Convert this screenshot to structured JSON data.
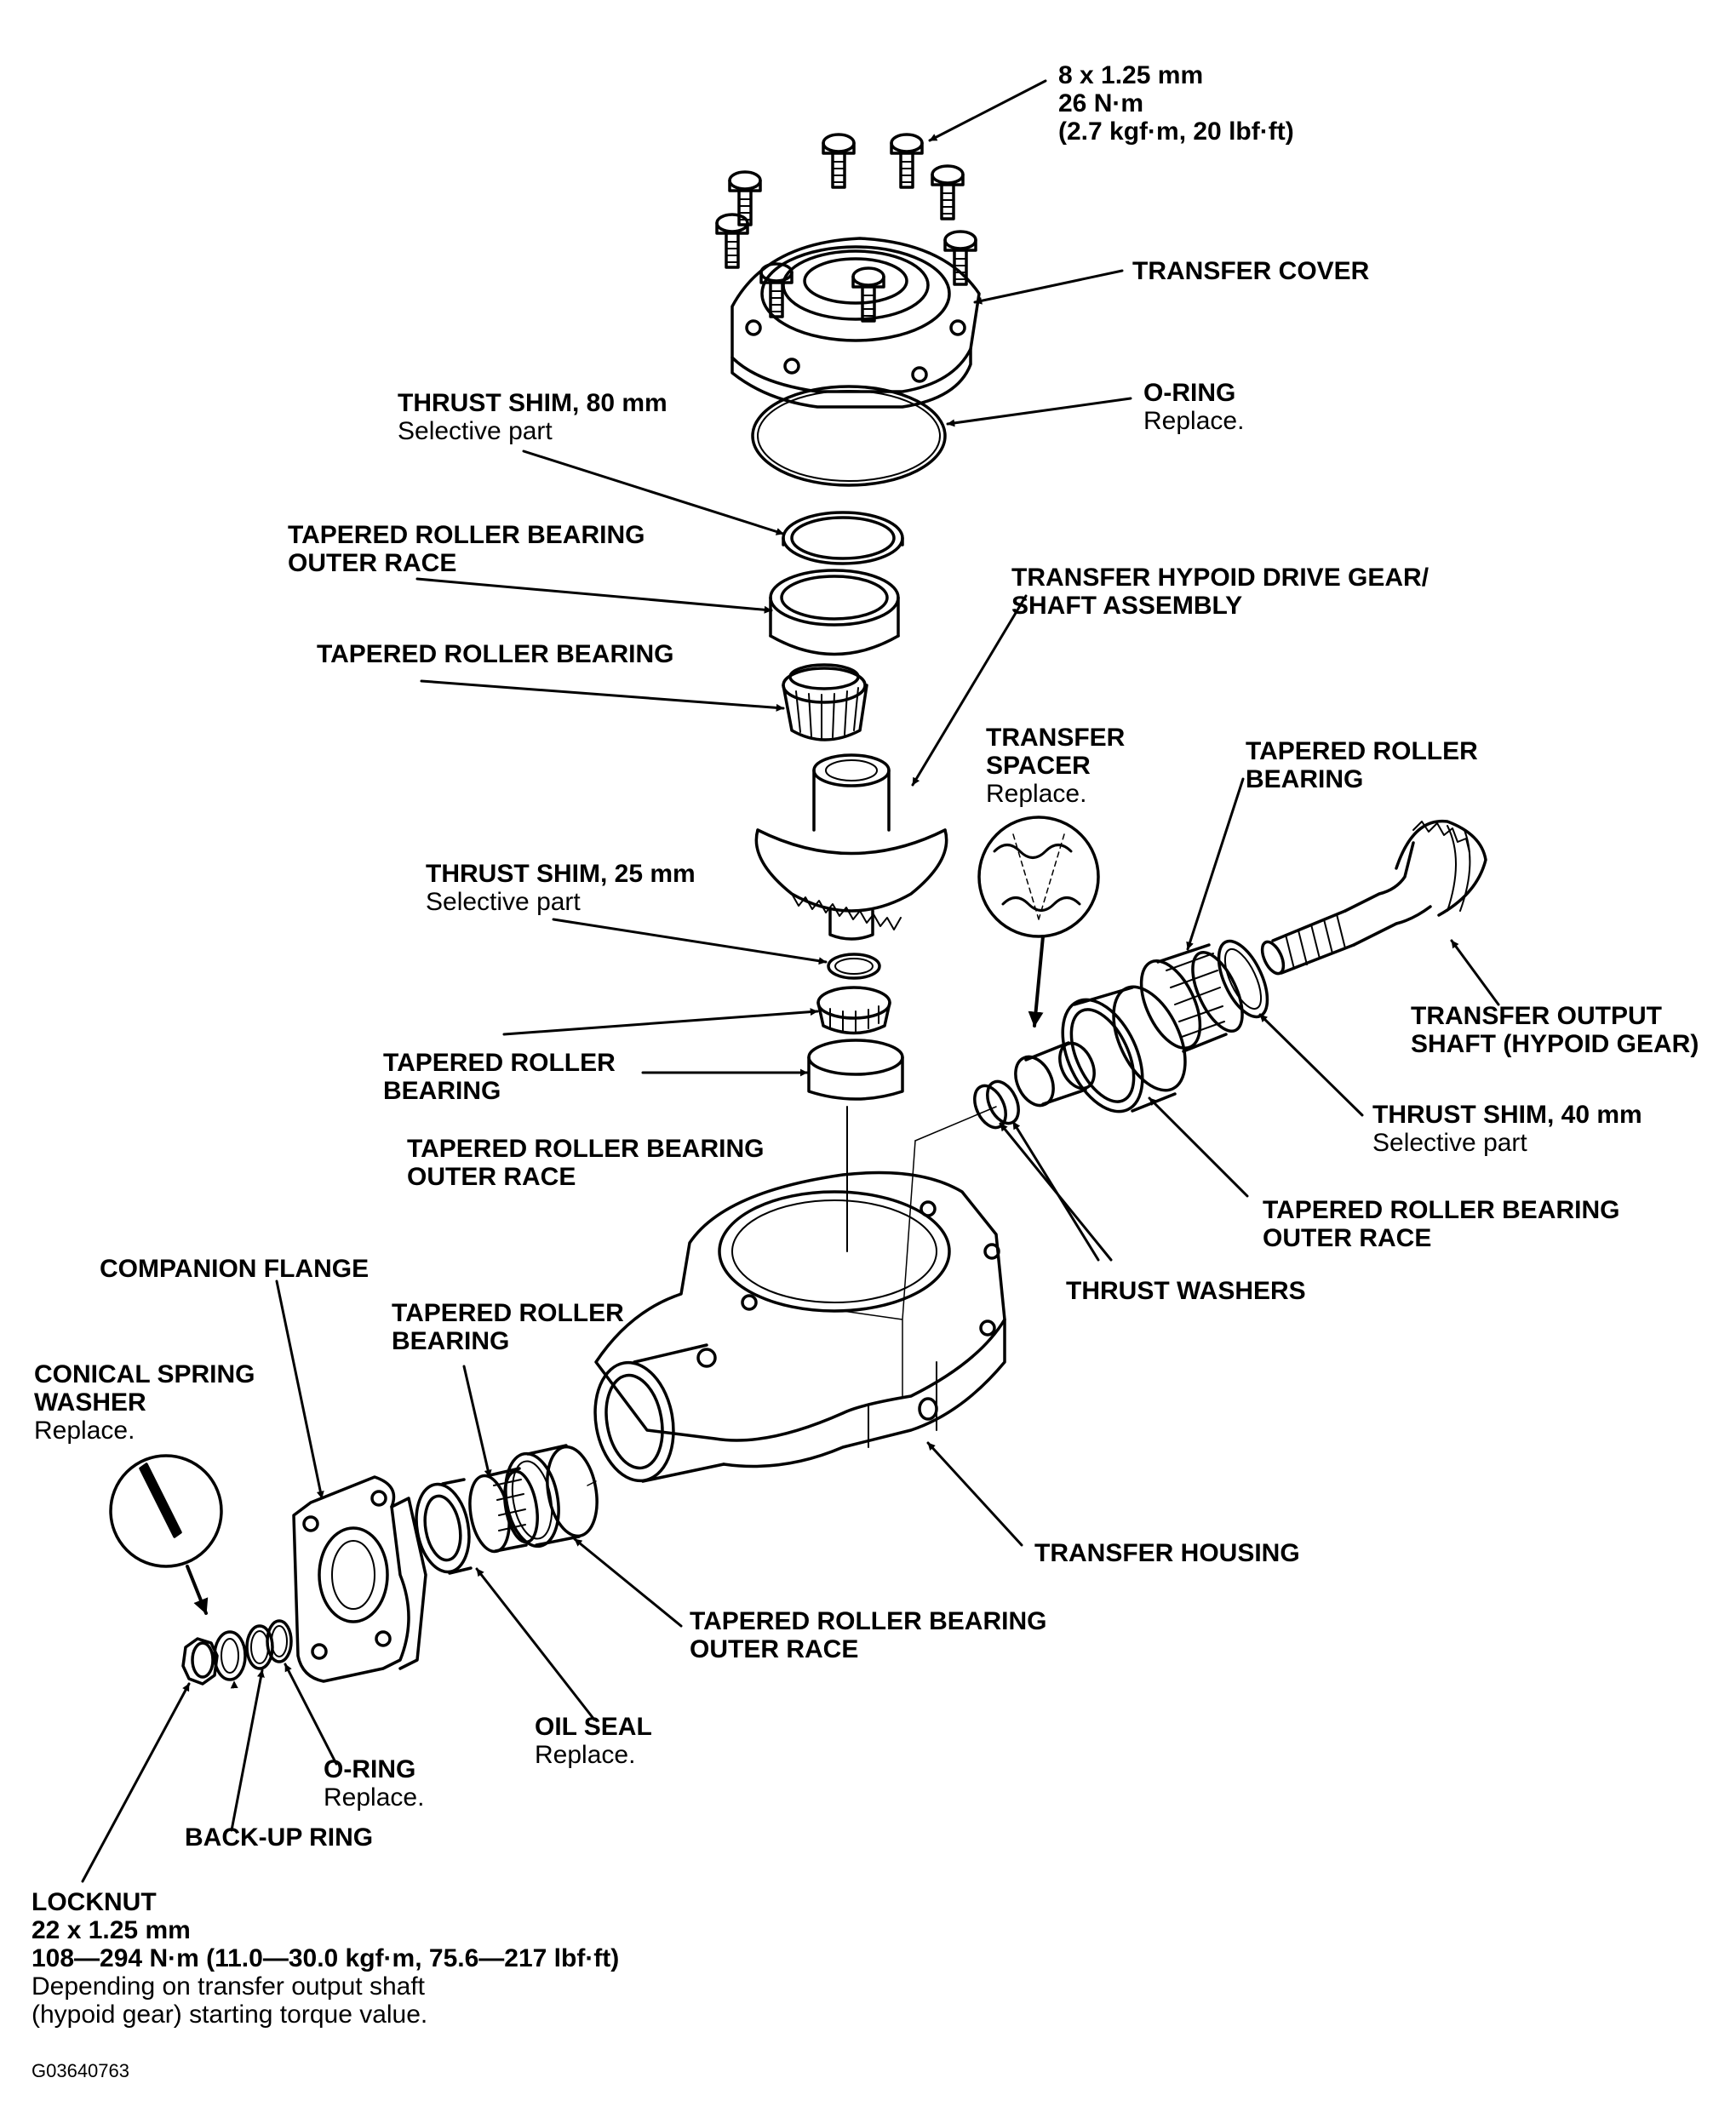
{
  "figure_code": "G03640763",
  "labels": {
    "bolt_spec": [
      "8 x 1.25 mm",
      "26 N·m",
      "(2.7 kgf·m, 20 lbf·ft)"
    ],
    "transfer_cover": [
      "TRANSFER COVER"
    ],
    "o_ring_top": [
      "O-RING"
    ],
    "o_ring_top_note": "Replace.",
    "thrust_shim_80": [
      "THRUST SHIM, 80 mm"
    ],
    "thrust_shim_80_note": "Selective part",
    "outer_race_1": [
      "TAPERED ROLLER BEARING",
      "OUTER RACE"
    ],
    "bearing_1": [
      "TAPERED ROLLER BEARING"
    ],
    "hypoid_drive_gear": [
      "TRANSFER HYPOID DRIVE GEAR/",
      "SHAFT ASSEMBLY"
    ],
    "transfer_spacer": [
      "TRANSFER",
      "SPACER"
    ],
    "transfer_spacer_note": "Replace.",
    "bearing_right": [
      "TAPERED ROLLER",
      "BEARING"
    ],
    "thrust_shim_25": [
      "THRUST SHIM, 25 mm"
    ],
    "thrust_shim_25_note": "Selective part",
    "output_shaft": [
      "TRANSFER OUTPUT",
      "SHAFT (HYPOID GEAR)"
    ],
    "bearing_2": [
      "TAPERED ROLLER",
      "BEARING"
    ],
    "thrust_shim_40": [
      "THRUST SHIM, 40 mm"
    ],
    "thrust_shim_40_note": "Selective part",
    "outer_race_2": [
      "TAPERED ROLLER BEARING",
      "OUTER RACE"
    ],
    "outer_race_3": [
      "TAPERED ROLLER BEARING",
      "OUTER RACE"
    ],
    "thrust_washers": [
      "THRUST WASHERS"
    ],
    "companion_flange": [
      "COMPANION FLANGE"
    ],
    "bearing_3": [
      "TAPERED ROLLER",
      "BEARING"
    ],
    "conical_washer": [
      "CONICAL SPRING",
      "WASHER"
    ],
    "conical_washer_note": "Replace.",
    "transfer_housing": [
      "TRANSFER HOUSING"
    ],
    "outer_race_4": [
      "TAPERED ROLLER BEARING",
      "OUTER RACE"
    ],
    "oil_seal": [
      "OIL SEAL"
    ],
    "oil_seal_note": "Replace.",
    "o_ring_bottom": [
      "O-RING"
    ],
    "o_ring_bottom_note": "Replace.",
    "backup_ring": [
      "BACK-UP RING"
    ],
    "locknut": [
      "LOCKNUT",
      "22 x 1.25 mm",
      "108—294 N·m (11.0—30.0 kgf·m, 75.6—217 lbf·ft)"
    ],
    "locknut_note": [
      "Depending on transfer output shaft",
      "(hypoid gear) starting torque value."
    ]
  }
}
